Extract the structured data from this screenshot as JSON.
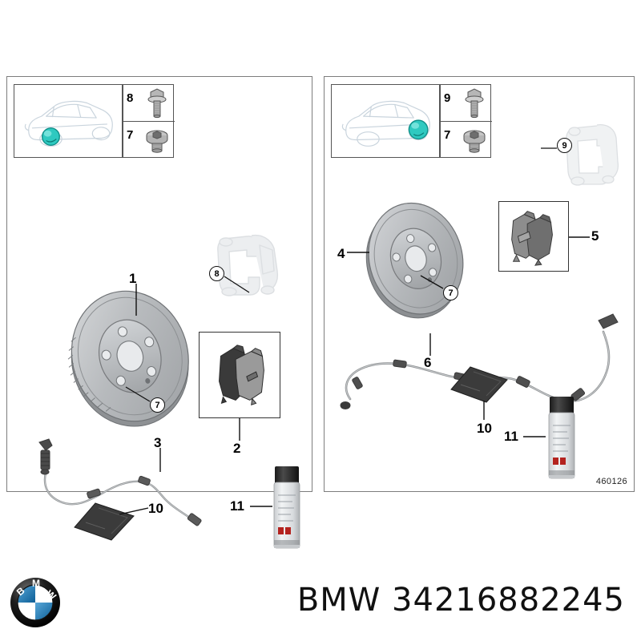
{
  "document": {
    "type": "parts-diagram",
    "reference_number": "460126",
    "brand": "BMW",
    "part_number": "34216882245",
    "footer_caption": "BMW 34216882245"
  },
  "panels": [
    {
      "id": "front-axle",
      "side": "left",
      "inset": {
        "vehicle_icon": "car-3quarter-icon",
        "highlight_position": "front-wheel",
        "highlight_color": "#2ec9c0",
        "hardware": [
          {
            "number": "8",
            "icon": "hex-flange-bolt-icon"
          },
          {
            "number": "7",
            "icon": "hex-socket-plug-icon"
          }
        ]
      },
      "items": [
        {
          "number": "1",
          "name": "brake-disc-ventilated",
          "label_kind": "plain"
        },
        {
          "number": "7",
          "name": "disc-retaining-screw",
          "label_kind": "circled"
        },
        {
          "number": "8",
          "name": "caliper-carrier-bracket",
          "label_kind": "circled"
        },
        {
          "number": "2",
          "name": "brake-pad-set",
          "label_kind": "plain"
        },
        {
          "number": "3",
          "name": "brake-pad-wear-sensor",
          "label_kind": "plain"
        },
        {
          "number": "10",
          "name": "grease-sachet",
          "label_kind": "plain"
        },
        {
          "number": "11",
          "name": "spray-can",
          "label_kind": "plain"
        }
      ]
    },
    {
      "id": "rear-axle",
      "side": "right",
      "inset": {
        "vehicle_icon": "car-3quarter-icon",
        "highlight_position": "rear-wheel",
        "highlight_color": "#2ec9c0",
        "hardware": [
          {
            "number": "9",
            "icon": "hex-flange-bolt-icon"
          },
          {
            "number": "7",
            "icon": "hex-socket-plug-icon"
          }
        ]
      },
      "items": [
        {
          "number": "4",
          "name": "brake-disc-solid",
          "label_kind": "plain"
        },
        {
          "number": "7",
          "name": "disc-retaining-screw",
          "label_kind": "circled"
        },
        {
          "number": "9",
          "name": "caliper-carrier-bracket",
          "label_kind": "circled"
        },
        {
          "number": "5",
          "name": "brake-pad-set",
          "label_kind": "plain"
        },
        {
          "number": "6",
          "name": "brake-pad-wear-sensor",
          "label_kind": "plain"
        },
        {
          "number": "10",
          "name": "grease-sachet",
          "label_kind": "plain"
        },
        {
          "number": "11",
          "name": "spray-can",
          "label_kind": "plain"
        }
      ]
    }
  ],
  "labels": {
    "l_1": "1",
    "l_2": "2",
    "l_3": "3",
    "l_4": "4",
    "l_5": "5",
    "l_6": "6",
    "l_7": "7",
    "l_8": "8",
    "l_9": "9",
    "l_10": "10",
    "l_11": "11",
    "l_7b": "7",
    "l_7c": "7",
    "l_10b": "10",
    "l_11b": "11",
    "hw_l_top": "8",
    "hw_l_bot": "7",
    "hw_r_top": "9",
    "hw_r_bot": "7"
  },
  "colors": {
    "highlight": "#2ec9c0",
    "disc_metal": "#b9bcbf",
    "pad_dark": "#3c3c3c",
    "ghost_part": "#e9ebec",
    "panel_border": "#7d7d7d",
    "brand_blue": "#1b7bb9"
  }
}
